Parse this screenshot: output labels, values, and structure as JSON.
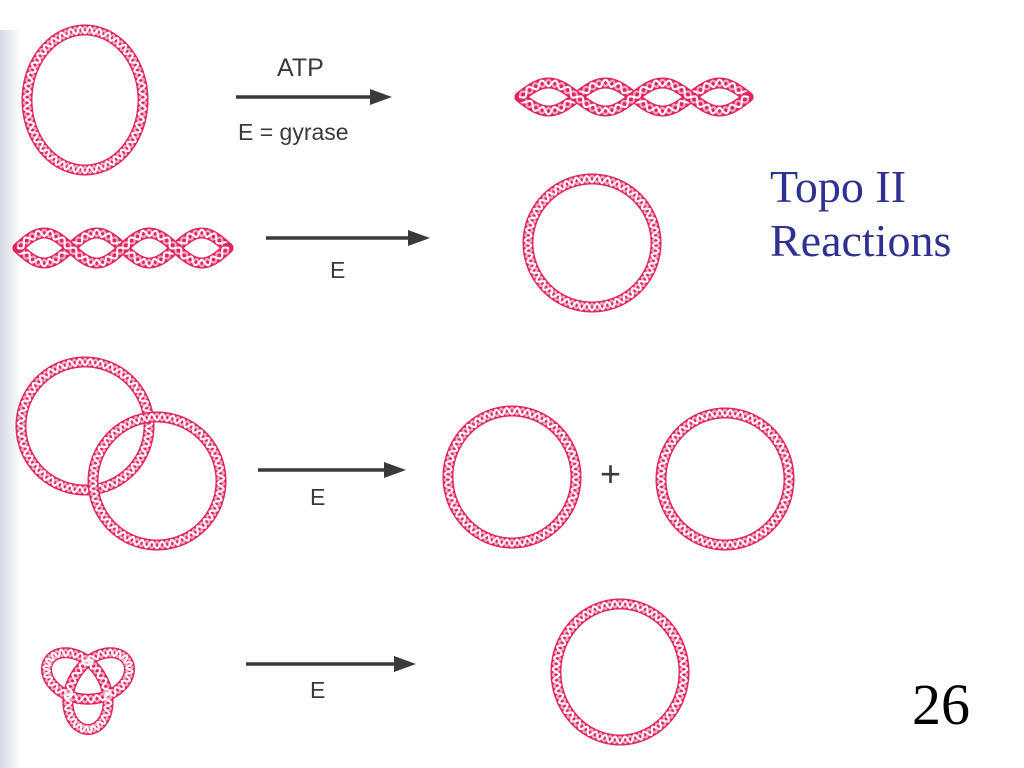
{
  "slide": {
    "title_line1": "Topo II",
    "title_line2": "Reactions",
    "page_number": "26"
  },
  "reactions": [
    {
      "label_above": "ATP",
      "label_below": "E = gyrase"
    },
    {
      "label_below": "E"
    },
    {
      "label_below": "E",
      "operator": "+"
    },
    {
      "label_below": "E"
    }
  ],
  "colors": {
    "dna": "#e0245e",
    "title": "#2e3192",
    "arrow": "#3a3a3a"
  }
}
